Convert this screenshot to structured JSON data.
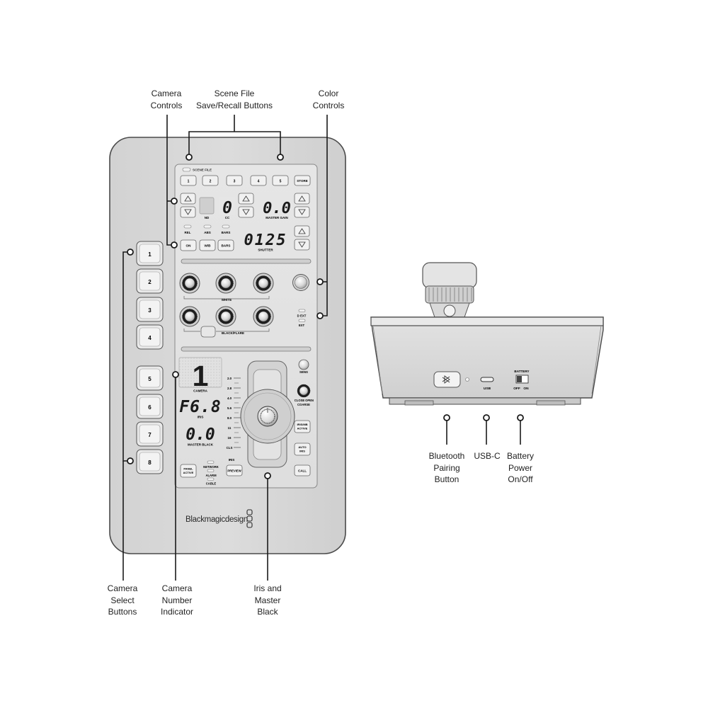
{
  "callouts": {
    "camera_controls": "Camera\nControls",
    "scene_file_buttons": "Scene File\nSave/Recall Buttons",
    "color_controls": "Color\nControls",
    "camera_select_buttons": "Camera\nSelect\nButtons",
    "camera_number_indicator": "Camera\nNumber\nIndicator",
    "iris_master_black": "Iris and\nMaster\nBlack",
    "bluetooth_button": "Bluetooth\nPairing\nButton",
    "usb_c": "USB-C",
    "battery_power": "Battery\nPower\nOn/Off"
  },
  "panel": {
    "scene_file_label": "SCENE FILE",
    "scene_buttons": [
      "1",
      "2",
      "3",
      "4",
      "5"
    ],
    "store_label": "STORE",
    "nd_label": "ND",
    "cc_label": "CC",
    "cc_display": "0",
    "master_gain_label": "MASTER GAIN",
    "master_gain_display": "0.0",
    "rel_label": "REL",
    "abs_label": "ABS",
    "bars_indicator_label": "BARS",
    "shutter_display": "0125",
    "shutter_label": "SHUTTER",
    "on_label": "ON",
    "wb_label": "W/B",
    "bars_label": "BARS",
    "white_label": "WHITE",
    "black_flare_label": "BLACK/FLARE",
    "d_ext_label": "D EXT",
    "ext_label": "EXT",
    "camera_number_display": "1",
    "camera_label": "CAMERA",
    "iris_display": "F6.8",
    "iris_label": "IRIS",
    "master_black_display": "0.0",
    "master_black_label": "MASTER BLACK",
    "iris_scale": [
      "2.0",
      "2.8",
      "4.0",
      "5.6",
      "8.0",
      "11",
      "16",
      "CLS"
    ],
    "iris_scale_footer": "IRIS",
    "sens_label": "SENS",
    "close_label": "CLOSE",
    "open_label": "OPEN",
    "coarse_label": "COARSE",
    "iris_mb_active_label": [
      "IRIS/MB",
      "ACTIVE"
    ],
    "auto_iris_label": [
      "AUTO",
      "IRIS"
    ],
    "call_label": "CALL",
    "panel_active_label": [
      "PANEL",
      "ACTIVE"
    ],
    "network_label": "NETWORK",
    "alarm_label": "ALARM",
    "cable_label": "CABLE",
    "preview_label": "PREVIEW",
    "brand": "Blackmagicdesign",
    "camera_select": [
      "1",
      "2",
      "3",
      "4",
      "5",
      "6",
      "7",
      "8"
    ]
  },
  "rear": {
    "usb_label": "USB",
    "battery_label": "BATTERY",
    "off_label": "OFF",
    "on_label": "ON"
  }
}
